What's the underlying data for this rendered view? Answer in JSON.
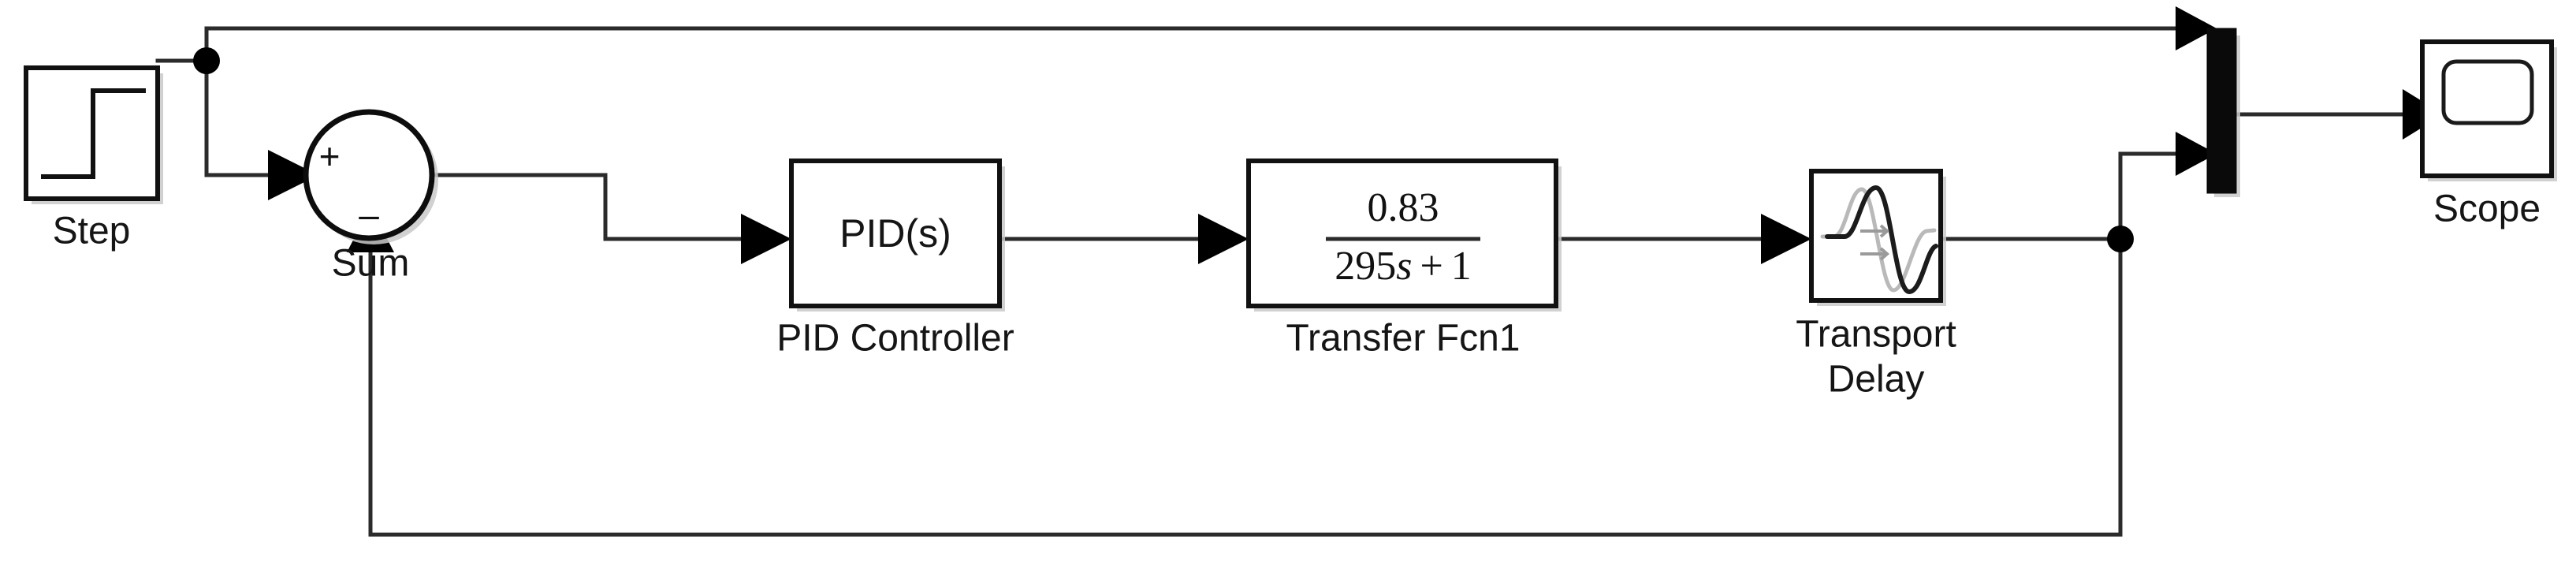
{
  "diagram": {
    "kind": "simulink-block-diagram",
    "background_color": "#ffffff",
    "line_color": "#2b2b2b",
    "block_border_color": "#111111",
    "mux_fill_color": "#0a0a0a"
  },
  "blocks": {
    "step": {
      "label": "Step",
      "icon": "step-signal-icon"
    },
    "sum": {
      "label": "Sum",
      "plus_sign": "+",
      "minus_sign": "–",
      "icon": "sum-circle-icon"
    },
    "pid": {
      "body_text": "PID(s)",
      "label": "PID Controller"
    },
    "transfer_fcn": {
      "numerator": "0.83",
      "denominator_coeff": "295",
      "denominator_var": "s",
      "denominator_op": "+",
      "denominator_const": "1",
      "denominator_full": "295s + 1",
      "label": "Transfer Fcn1"
    },
    "transport_delay": {
      "label_line1": "Transport",
      "label_line2": "Delay",
      "icon": "transport-delay-sine-icon"
    },
    "mux": {
      "label": "",
      "icon": "mux-bar-icon",
      "input_count": 2
    },
    "scope": {
      "label": "Scope",
      "icon": "scope-screen-icon"
    }
  },
  "signals": [
    {
      "name": "step-to-junction",
      "from": "step",
      "to": "branch-point-1"
    },
    {
      "name": "step-feedthrough-to-mux",
      "from": "branch-point-1",
      "to": "mux-input-1"
    },
    {
      "name": "step-to-sum",
      "from": "branch-point-1",
      "to": "sum-input-plus"
    },
    {
      "name": "sum-to-pid",
      "from": "sum",
      "to": "pid"
    },
    {
      "name": "pid-to-transfer-fcn",
      "from": "pid",
      "to": "transfer_fcn"
    },
    {
      "name": "transfer-fcn-to-transport-delay",
      "from": "transfer_fcn",
      "to": "transport_delay"
    },
    {
      "name": "transport-delay-to-junction",
      "from": "transport_delay",
      "to": "branch-point-2"
    },
    {
      "name": "plant-output-to-mux",
      "from": "branch-point-2",
      "to": "mux-input-2"
    },
    {
      "name": "feedback-to-sum",
      "from": "branch-point-2",
      "to": "sum-input-minus"
    },
    {
      "name": "mux-to-scope",
      "from": "mux",
      "to": "scope"
    }
  ]
}
